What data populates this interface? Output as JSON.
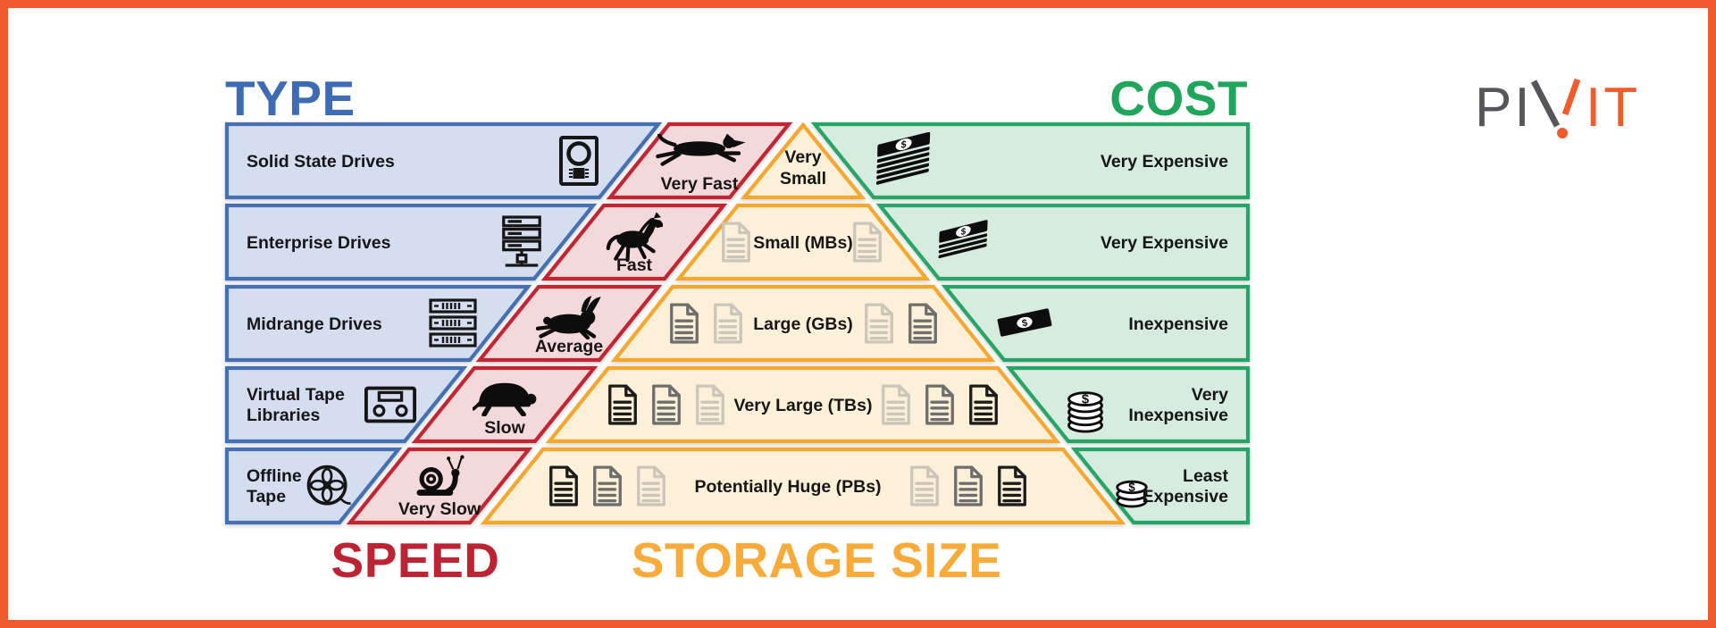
{
  "page": {
    "border_color": "#ee5a2c",
    "background": "#ffffff"
  },
  "headings": {
    "type": {
      "label": "TYPE",
      "color": "#3d6cb5"
    },
    "speed": {
      "label": "SPEED",
      "color": "#bd2433"
    },
    "storage": {
      "label": "STORAGE SIZE",
      "color": "#f8ab38"
    },
    "cost": {
      "label": "COST",
      "color": "#1fa65c"
    }
  },
  "logo": {
    "full_text": "PIVIT",
    "gray_part": "PI",
    "orange_part": "IT",
    "gray_color": "#55565a",
    "orange_color": "#f25b2c"
  },
  "palette": {
    "type_fill": "#d5deee",
    "type_border": "#4470b3",
    "speed_fill": "#f3d9da",
    "speed_border": "#c22533",
    "storage_fill": "#fdf0d8",
    "storage_border": "#f7a72e",
    "cost_fill": "#d5ecdf",
    "cost_border": "#28a566",
    "doc_black": "#1a1a1a",
    "doc_dark": "#6e6e6e",
    "doc_light": "#cbc6bc"
  },
  "rows": [
    {
      "type": {
        "label_lines": [
          "Solid State Drives"
        ],
        "icon": "ssd-icon"
      },
      "speed": {
        "label": "Very Fast",
        "icon": "cheetah-icon"
      },
      "storage": {
        "label_lines": [
          "Very",
          "Small"
        ]
      },
      "cost": {
        "label_lines": [
          "Very Expensive"
        ],
        "icon": "money-stack-large-icon"
      }
    },
    {
      "type": {
        "label_lines": [
          "Enterprise Drives"
        ],
        "icon": "enterprise-server-icon"
      },
      "speed": {
        "label": "Fast",
        "icon": "horse-icon"
      },
      "storage": {
        "label_lines": [
          "Small (MBs)"
        ],
        "docs_left": [
          "#cbc6bc"
        ],
        "docs_right": [
          "#cbc6bc"
        ]
      },
      "cost": {
        "label_lines": [
          "Very Expensive"
        ],
        "icon": "money-stack-icon"
      }
    },
    {
      "type": {
        "label_lines": [
          "Midrange Drives"
        ],
        "icon": "midrange-server-icon"
      },
      "speed": {
        "label": "Average",
        "icon": "rabbit-icon"
      },
      "storage": {
        "label_lines": [
          "Large (GBs)"
        ],
        "docs_left": [
          "#6e6e6e",
          "#cbc6bc"
        ],
        "docs_right": [
          "#cbc6bc",
          "#6e6e6e"
        ]
      },
      "cost": {
        "label_lines": [
          "Inexpensive"
        ],
        "icon": "dollar-bill-icon"
      }
    },
    {
      "type": {
        "label_lines": [
          "Virtual Tape",
          "Libraries"
        ],
        "icon": "cassette-icon"
      },
      "speed": {
        "label": "Slow",
        "icon": "turtle-icon"
      },
      "storage": {
        "label_lines": [
          "Very Large (TBs)"
        ],
        "docs_left": [
          "#1a1a1a",
          "#6e6e6e",
          "#cbc6bc"
        ],
        "docs_right": [
          "#cbc6bc",
          "#6e6e6e",
          "#1a1a1a"
        ]
      },
      "cost": {
        "label_lines": [
          "Very",
          "Inexpensive"
        ],
        "icon": "coin-stack-icon"
      }
    },
    {
      "type": {
        "label_lines": [
          "Offline",
          "Tape"
        ],
        "icon": "tape-reel-icon"
      },
      "speed": {
        "label": "Very Slow",
        "icon": "snail-icon"
      },
      "storage": {
        "label_lines": [
          "Potentially Huge (PBs)"
        ],
        "docs_left": [
          "#1a1a1a",
          "#6e6e6e",
          "#cbc6bc"
        ],
        "docs_right": [
          "#cbc6bc",
          "#6e6e6e",
          "#1a1a1a"
        ]
      },
      "cost": {
        "label_lines": [
          "Least",
          "Expensive"
        ],
        "icon": "coins-small-icon"
      }
    }
  ]
}
